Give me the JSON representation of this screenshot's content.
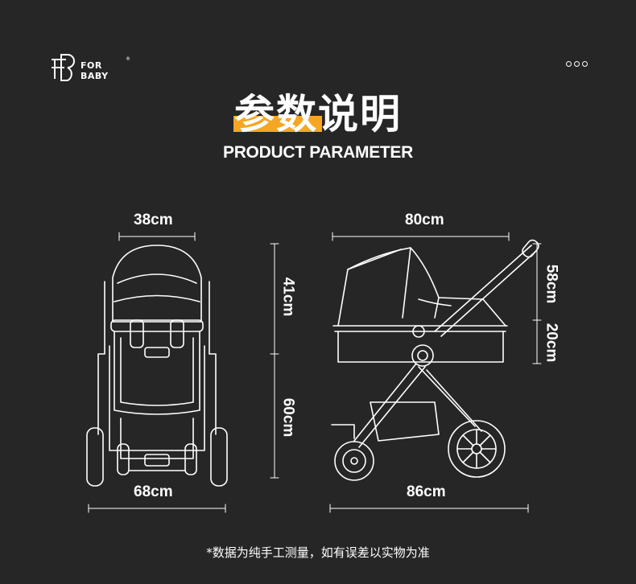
{
  "brand": {
    "for_text": "FOR",
    "baby_text": "BABY",
    "reg_mark": "®",
    "logo_icon": "fb-logo-icon"
  },
  "menu": {
    "icon": "more-dots-icon"
  },
  "header": {
    "title": "参数说明",
    "subtitle": "PRODUCT PARAMETER",
    "accent_color": "#f5a623"
  },
  "dimensions": {
    "front_top_width": "38cm",
    "front_upper_height": "41cm",
    "front_lower_height": "60cm",
    "front_bottom_width": "68cm",
    "side_top_width": "80cm",
    "side_handle_height": "58cm",
    "side_basket_height": "20cm",
    "side_bottom_length": "86cm"
  },
  "footer": {
    "note": "*数据为纯手工测量，如有误差以实物为准"
  },
  "colors": {
    "background": "#262626",
    "line": "#ffffff"
  }
}
